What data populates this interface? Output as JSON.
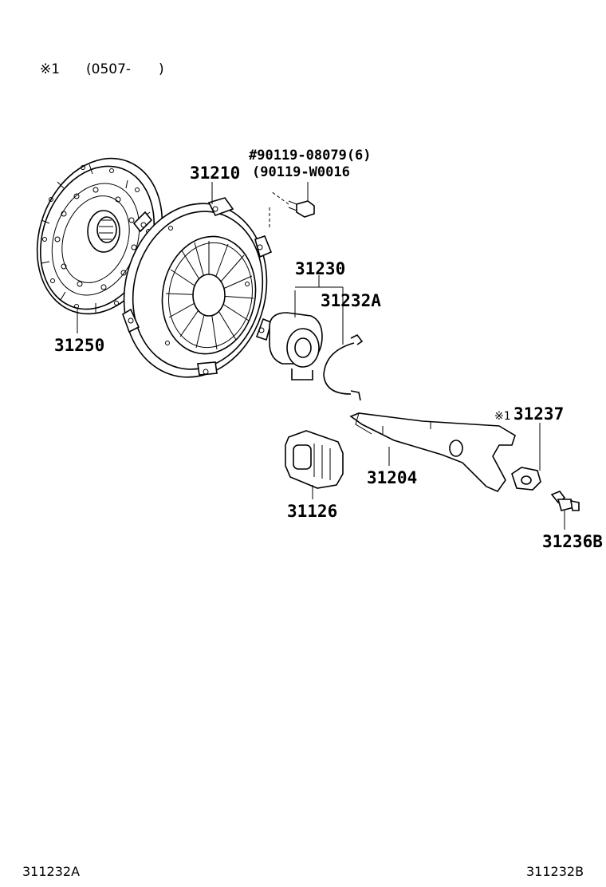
{
  "header": {
    "note_mark": "※1",
    "note_range_open": "(0507-",
    "note_range_close": ")"
  },
  "parts": {
    "bolt_a": "#90119-08079(6)",
    "bolt_b": "(90119-W0016",
    "p31210": "31210",
    "p31250": "31250",
    "p31230": "31230",
    "p31232A": "31232A",
    "p31237_mark": "※1",
    "p31237": "31237",
    "p31204": "31204",
    "p31126": "31126",
    "p31236B": "31236B"
  },
  "footer": {
    "left_code": "311232A",
    "right_code": "311232B"
  }
}
